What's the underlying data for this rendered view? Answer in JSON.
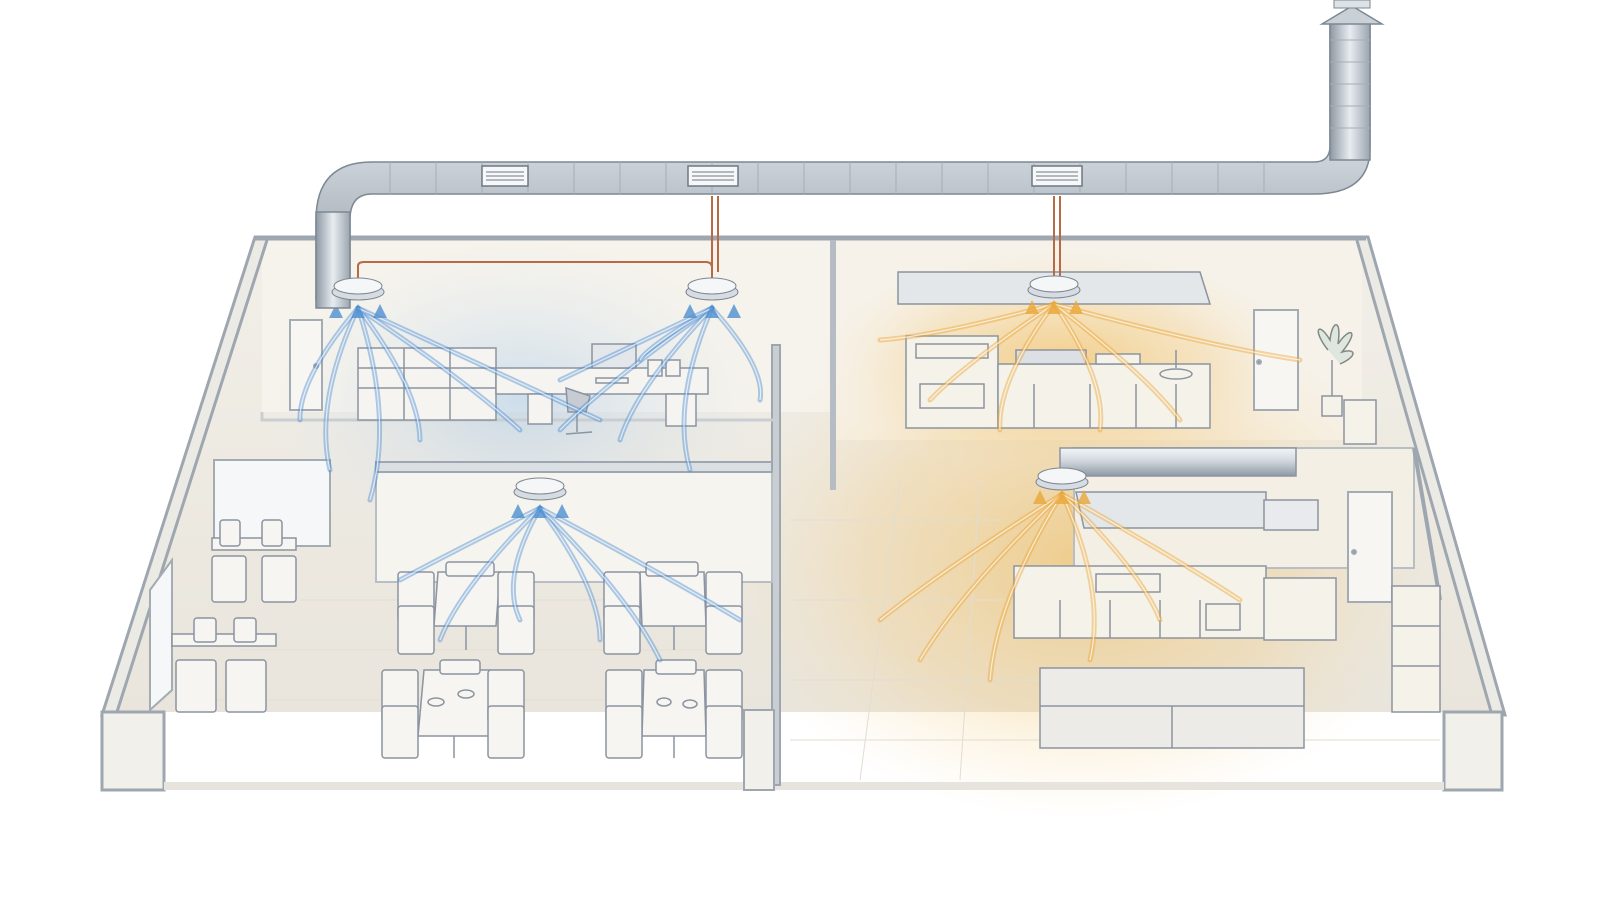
{
  "colors": {
    "background": "#ffffff",
    "duct_light": "#e4e9ee",
    "duct_dark": "#8e99a4",
    "wall_top": "#9ea7b0",
    "wall_face": "#f1efe9",
    "floor": "#efece5",
    "cool_airflow": "#4f8fd0",
    "warm_airflow": "#eaa637",
    "copper_line": "#b86a45",
    "furniture_stroke": "#8b94a0",
    "furniture_fill": "#f5f4f0"
  },
  "icons": {
    "roof_cap": "exhaust-roof-cap-icon",
    "diffuser": "ceiling-diffuser-icon",
    "vent_grille": "duct-vent-grille-icon",
    "plant": "potted-plant-icon",
    "door": "door-icon"
  },
  "zones": [
    {
      "name": "office",
      "airflow": "cool"
    },
    {
      "name": "dining",
      "airflow": "cool"
    },
    {
      "name": "kitchen",
      "airflow": "warm"
    },
    {
      "name": "prep-kitchen",
      "airflow": "warm"
    }
  ],
  "equipment": {
    "ceiling_diffusers": 5,
    "duct_vent_grilles": 3,
    "dining_tables_open_floor": 4,
    "side_tables": 2,
    "exhaust_hoods": 2
  }
}
